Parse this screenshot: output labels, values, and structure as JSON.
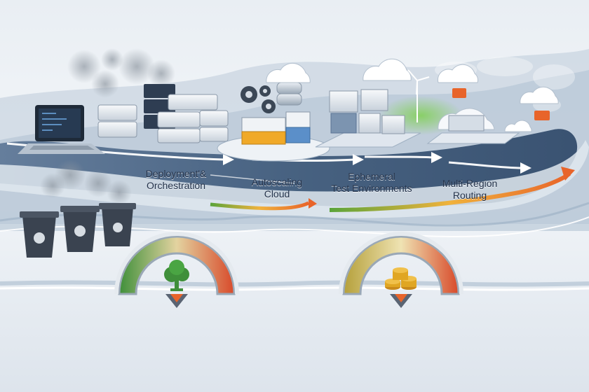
{
  "stages": [
    {
      "line1": "Deployment'&",
      "line2": "Orchestration"
    },
    {
      "line1": "Autoscaling",
      "line2": "Cloud"
    },
    {
      "line1": "Ephemeral",
      "line2": "Test Environments"
    },
    {
      "line1": "Multi-Region",
      "line2": "Routing"
    }
  ],
  "gauges": [
    {
      "icon": "tree-icon",
      "level": 0.5
    },
    {
      "icon": "coins-icon",
      "level": 0.5
    }
  ],
  "colors": {
    "band_dark": "#2f4b6e",
    "band_light": "#c9d6e4",
    "accent_orange": "#e8642a",
    "accent_green": "#5aa43a",
    "gold": "#e0a623"
  }
}
